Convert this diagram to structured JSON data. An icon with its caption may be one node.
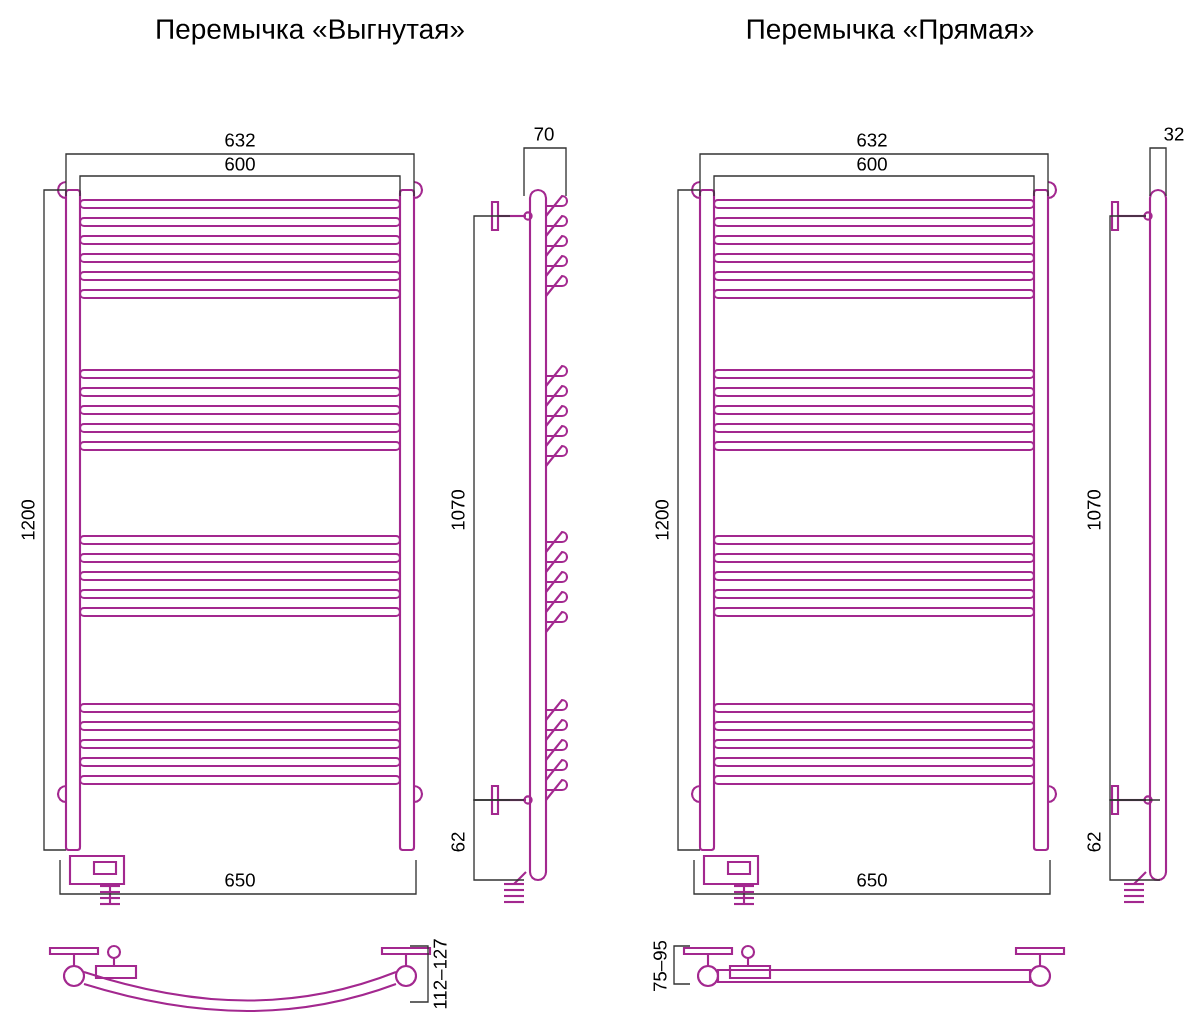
{
  "diagram": {
    "labels": [
      "Перемычка «Выгнутая»",
      "Перемычка «Прямая»",
      "632",
      "600",
      "70",
      "632",
      "600",
      "32",
      "1200",
      "1070",
      "1200",
      "1070",
      "650",
      "62",
      "650",
      "62",
      "112–127",
      "75–95"
    ]
  }
}
